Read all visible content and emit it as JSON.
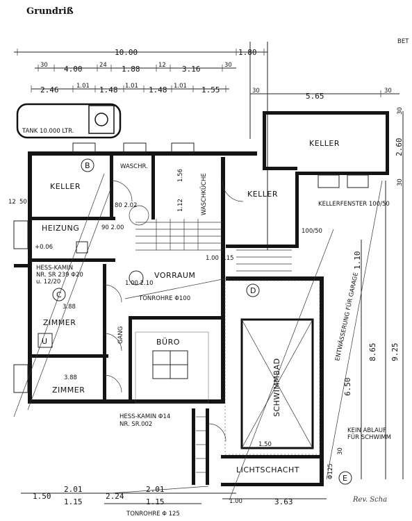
{
  "title": "Grundriß",
  "partial_top_right": "BET",
  "rooms": {
    "keller1": "KELLER",
    "keller2": "KELLER",
    "keller3": "KELLER",
    "heizung": "HEIZUNG",
    "waschr": "WASCHR.",
    "waschkueche": "WASCHKÜCHE",
    "vorraum": "VORRAUM",
    "zimmer1": "ZIMMER",
    "zimmer2": "ZIMMER",
    "buero": "BÜRO",
    "gang": "GANG",
    "schwimmbad": "SCHWIMMBAD",
    "lichtschacht": "LICHTSCHACHT"
  },
  "markers": {
    "b": "B",
    "c": "C",
    "d": "D",
    "e": "E",
    "u": "U"
  },
  "top_dims": {
    "row1": [
      "10.00",
      "1.80"
    ],
    "row2": [
      "30",
      "4.00",
      "24",
      "1.88",
      "12",
      "3.16",
      "30"
    ],
    "row3": [
      "2.46",
      "1.01",
      "1.48",
      "1.01",
      "1.48",
      "1.01",
      "1.55",
      "30",
      "5.65",
      "30"
    ]
  },
  "right_dims": [
    "30",
    "2.60",
    "30",
    "1.10",
    "8.65",
    "9.25",
    "6.50",
    "30"
  ],
  "bottom_dims": {
    "row1": [
      "1.50",
      "2.01",
      "2.24",
      "2.01"
    ],
    "row2": [
      "1.15",
      "1.15",
      "1.00",
      "3.63"
    ]
  },
  "notes": {
    "tank": "TANK 10.000 LTR.",
    "kellerfenster": "KELLERFENSTER 100/50",
    "hess_kamin1": "HESS-KAMIN",
    "hess_kamin1b": "NR. SR 239 Φ20",
    "hess_kamin1c": "u. 12/20",
    "hess_kamin2": "HESS-KAMIN Φ14",
    "hess_kamin2b": "NR. SR.002",
    "tonrohre1": "TONROHRE Φ100",
    "tonrohre2": "TONROHRE Φ 125",
    "entwaesserung": "ENTWÄSSERUNG FÜR GARAGE",
    "kein_ablauf": "KEIN ABLAUF",
    "fuer_schwimm": "FÜR SCHWIMM",
    "handwritten": "Rev. Scha",
    "plus006": "+0.06",
    "dim_388a": "3.88",
    "dim_388b": "3.88",
    "dim_150": "1.50",
    "d156": "1.56",
    "d112": "1.12",
    "door_8020": "80 2.02",
    "door_9020": "90 2.00",
    "door_10021": "1.00 2.15",
    "door_10020": "1.00 2.10",
    "d12": "12",
    "d50": "50",
    "d100_50": "100/50",
    "pipe125": "Φ125"
  }
}
